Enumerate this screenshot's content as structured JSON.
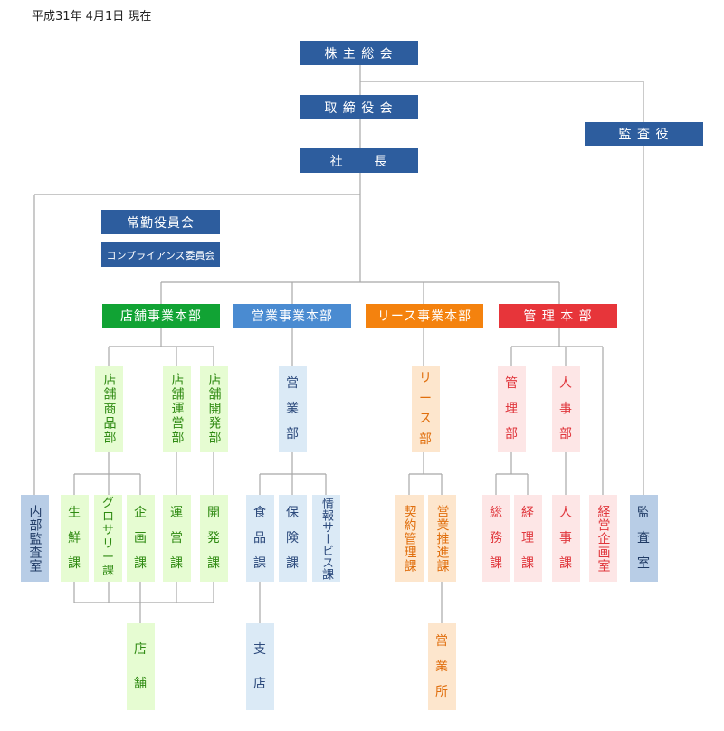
{
  "date": "平成31年 4月1日 現在",
  "top": {
    "shareholders": "株 主 総 会",
    "board": "取 締 役 会",
    "auditor": "監 査 役",
    "president_left": "社",
    "president_right": "長",
    "executive_committee": "常勤役員会",
    "compliance_committee": "コンプライアンス委員会",
    "internal_audit": "内部監査室",
    "audit_office": "監査室"
  },
  "divisions": {
    "store": "店舗事業本部",
    "sales": "営業事業本部",
    "lease": "リース事業本部",
    "admin": "管 理 本 部"
  },
  "departments": {
    "store_products": "店舗商品部",
    "store_operations": "店舗運営部",
    "store_development": "店舗開発部",
    "sales_dept": [
      "営",
      "業",
      "部"
    ],
    "lease_dept": [
      "リ",
      "ー",
      "ス",
      "部"
    ],
    "admin_dept": [
      "管",
      "理",
      "部"
    ],
    "hr_dept": [
      "人",
      "事",
      "部"
    ]
  },
  "sections": {
    "fresh": [
      "生",
      "鮮",
      "課"
    ],
    "grocery": [
      "グ",
      "ロ",
      "サ",
      "リ",
      "ー",
      "課"
    ],
    "planning": [
      "企",
      "画",
      "課"
    ],
    "operations": [
      "運",
      "営",
      "課"
    ],
    "development": [
      "開",
      "発",
      "課"
    ],
    "food": [
      "食",
      "品",
      "課"
    ],
    "insurance": [
      "保",
      "険",
      "課"
    ],
    "info_service": "情報サービス課",
    "contract": "契約管理課",
    "sales_promo": "営業推進課",
    "general_affairs": [
      "総",
      "務",
      "課"
    ],
    "accounting": [
      "経",
      "理",
      "課"
    ],
    "personnel": [
      "人",
      "事",
      "課"
    ],
    "corp_planning": "経営企画室"
  },
  "units": {
    "stores": [
      "店",
      "舗"
    ],
    "branches": [
      "支",
      "店"
    ],
    "sales_offices": [
      "営",
      "業",
      "所"
    ]
  }
}
